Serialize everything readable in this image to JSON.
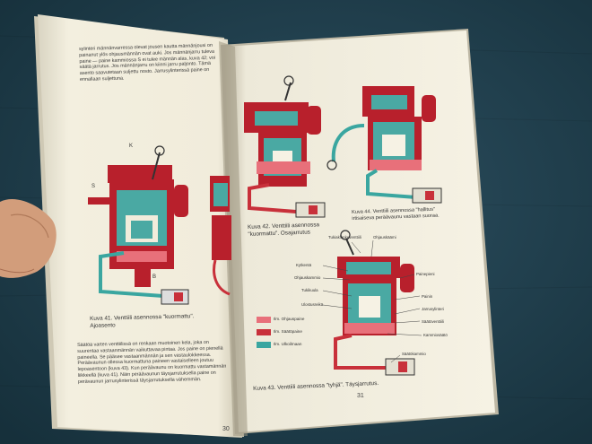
{
  "left_page": {
    "body_top": "sylinteri männänvarressa olevat jousen kautta männänjousi on painanut ylös ohjausmännän ovat auki. Jos männänjarru tuleva paine — paine kammiossa S ei tulee männän alas, kuva 42; voi säätä jarrutus. Jos männänjarru on kiinni jarru paljonto. Tämä asento saavutetaan suljettu nosto. Jarrusylinterissä paine on ennallaan suljettuna.",
    "fig_labels": {
      "k": "K",
      "s": "S",
      "b": "B"
    },
    "caption_41": "Kuva 41. Venttiili asennossa \"kuormattu\". Ajoasento",
    "body_bottom": "Säätöä varten venttiilissä on renkaan muotoinen kela, joka on suurentaa vastaanmännän vaikuttavaa pintaa. Jos paine on pienellä paineella. Se pääsee vastaanmännän ja sen vastaulokkeessa. Peräävaunun ollessa kuormattuna paineen vastaiselleen joutuu lepoasentoon (kuva 43). Kun peräävaunu on kuormattu vastamännän liikkeellä (kuva 41). Näin peräävaunun täysjarrutuksella paine on perävaunun jarrusylinterissä täysjarrutuksella vähemmän.",
    "page_number": "30"
  },
  "right_page": {
    "caption_42": "Kuva 42. Venttiili asennossa \"kuormattu\". Osajarrutus",
    "caption_44": "Kuva 44. Venttiili asennossa \"hallitus\" irtisaiseva peräävaunu vastaan suoraa.",
    "caption_43": "Kuva 43. Venttiili asennossa \"tyhjä\". Täysjarrutus.",
    "page_number": "31",
    "legend": [
      {
        "color": "#e8707a",
        "label": "Ilm. Ohjauspaine"
      },
      {
        "color": "#c8303a",
        "label": "Ilm. Säätöpaine"
      },
      {
        "color": "#3aa6a0",
        "label": "Ilm. Ulkoilmaan"
      }
    ],
    "part_labels": [
      "Tukiaklunkeventtiili",
      "Ohjauskäämi",
      "Kytkentä",
      "Ohjauskammio",
      "Painepieni",
      "Painin",
      "Tukikuula",
      "Ulostusreikä",
      "Jarrusylinteri",
      "Säätöventtiili",
      "Kammiosäätö",
      "Säätökammio"
    ]
  }
}
